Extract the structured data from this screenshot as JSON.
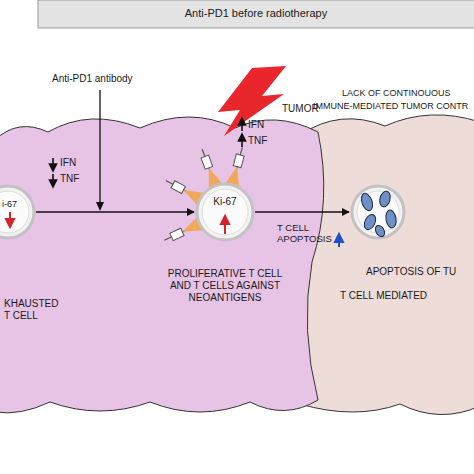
{
  "diagram": {
    "title": "Anti-PD1 before radiotherapy",
    "nodes": [
      {
        "text": [
          "i-67",
          "KHAUSTED T CELL"
        ]
      },
      {
        "text": [
          "Ki-67",
          "PROLIFERATIVE T CELL AND T CELLS AGAINST NEOANTIGENS"
        ]
      },
      {
        "text": [
          "APOPTOSIS OF TU",
          "T CELL MEDIATED"
        ]
      }
    ],
    "edges": [
      {
        "from": 0,
        "to": 1,
        "arrow": "to"
      },
      {
        "from": 1,
        "to": 2,
        "label": "T CELL APOPTOSIS",
        "arrow": "to"
      }
    ],
    "labels": [
      "Anti-PD1 antibody",
      "TUMOR",
      "IFN",
      "TNF",
      "IFN",
      "TNF",
      "LACK OF CONTINOUOUS",
      "IMMUNE-MEDIATED TUMOR CONTR"
    ]
  }
}
